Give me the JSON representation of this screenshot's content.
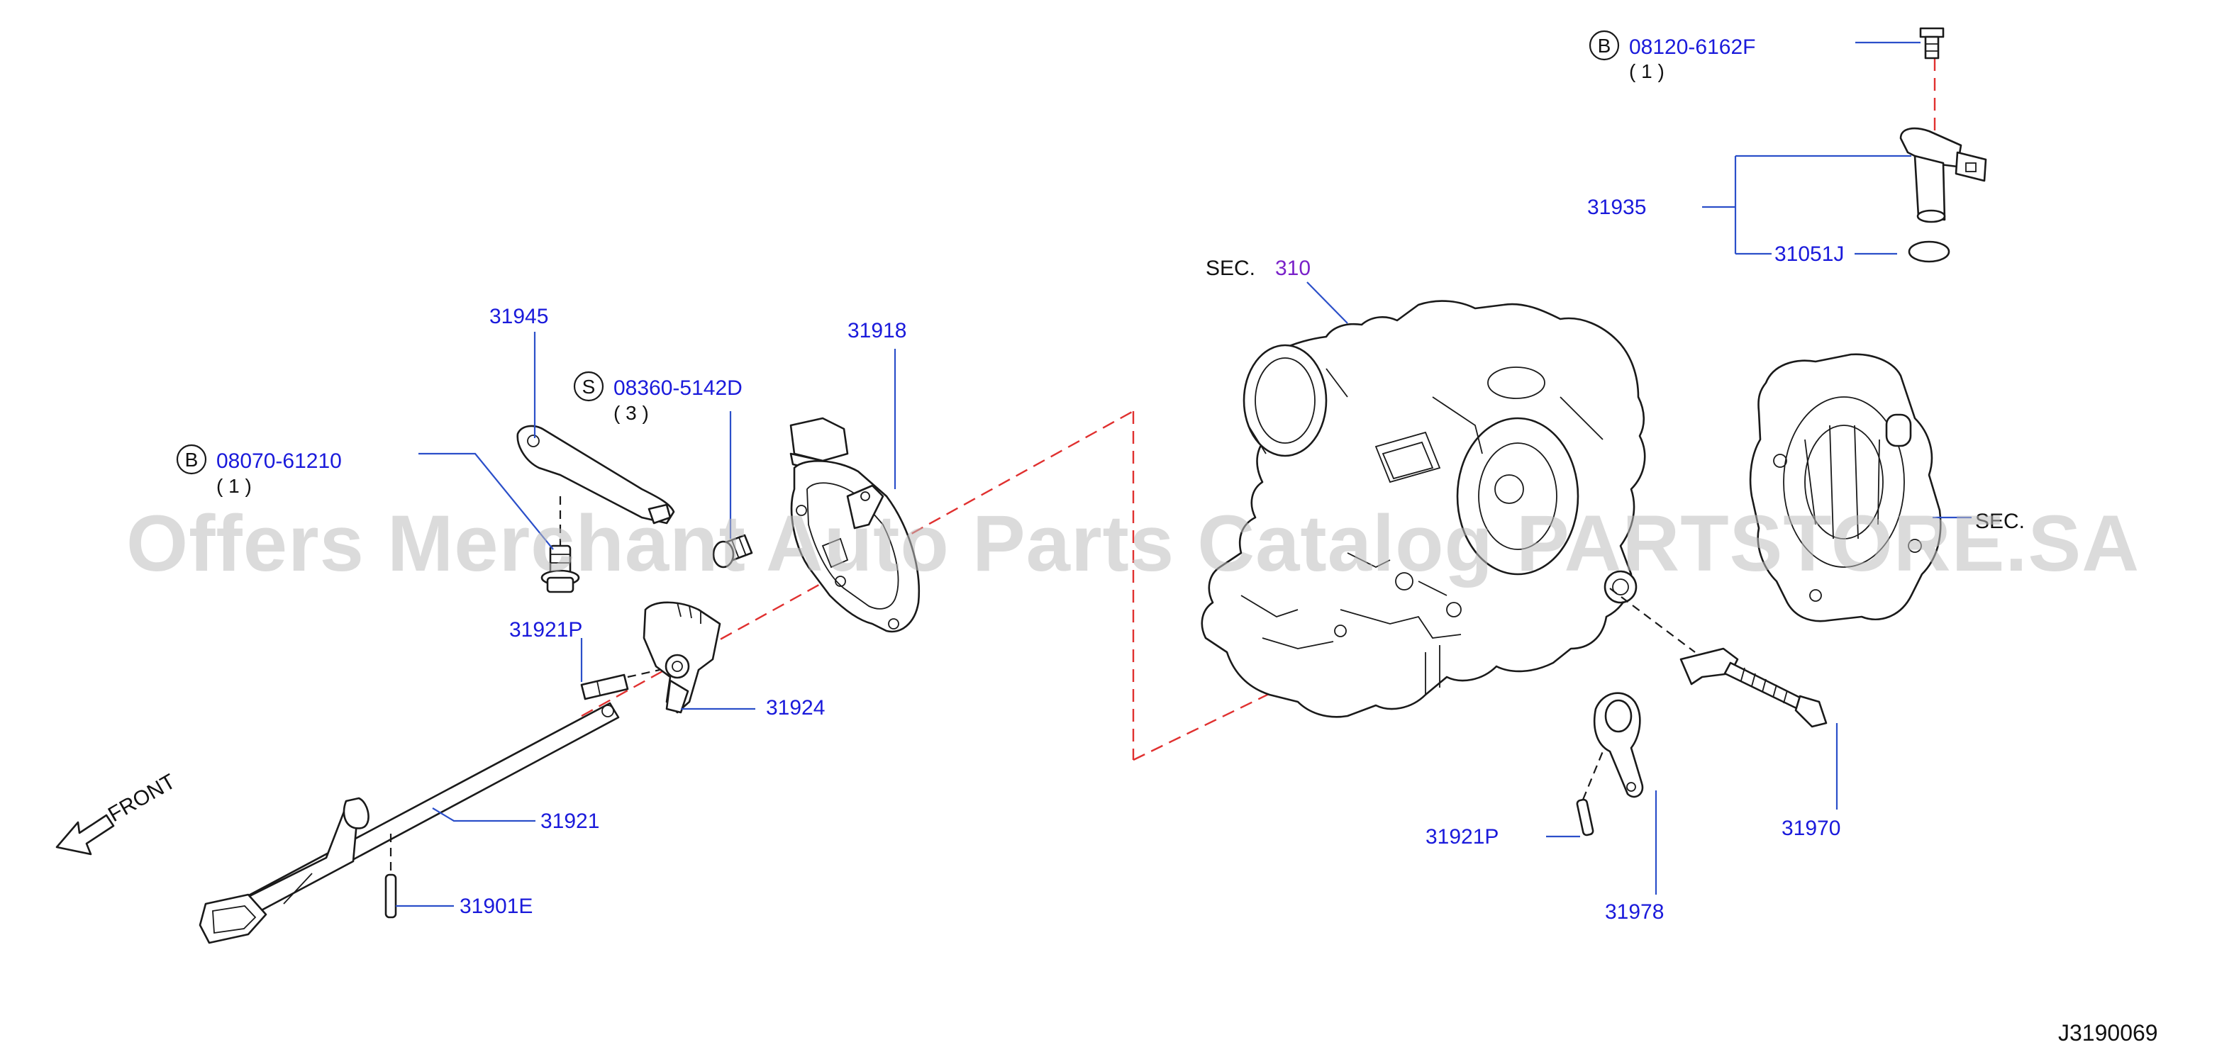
{
  "callouts": {
    "p31945": "31945",
    "p31918": "31918",
    "p31921P_left": "31921P",
    "p31924": "31924",
    "p31921": "31921",
    "p31901E": "31901E",
    "p31935": "31935",
    "p31051J": "31051J",
    "p31921P_right": "31921P",
    "p31978": "31978",
    "p31970": "31970"
  },
  "fasteners": {
    "bolt_left": {
      "marker": "B",
      "part": "08070-61210",
      "qty": "( 1 )"
    },
    "screw": {
      "marker": "S",
      "part": "08360-5142D",
      "qty": "( 3 )"
    },
    "bolt_top": {
      "marker": "B",
      "part": "08120-6162F",
      "qty": "( 1 )"
    }
  },
  "section_ref": {
    "prefix": "SEC.",
    "number": "310"
  },
  "section_ref_right": {
    "text": "SEC."
  },
  "front_label": "FRONT",
  "diagram_code": "J3190069",
  "watermark": "Offers Merchant Auto Parts Catalog PARTSTORE.SA",
  "colors": {
    "label": "#1a1adb",
    "leader": "#2b4fc9",
    "section_number": "#7a22c9",
    "dashed_guide": "#e0302f",
    "linework": "#1a1a1a"
  }
}
